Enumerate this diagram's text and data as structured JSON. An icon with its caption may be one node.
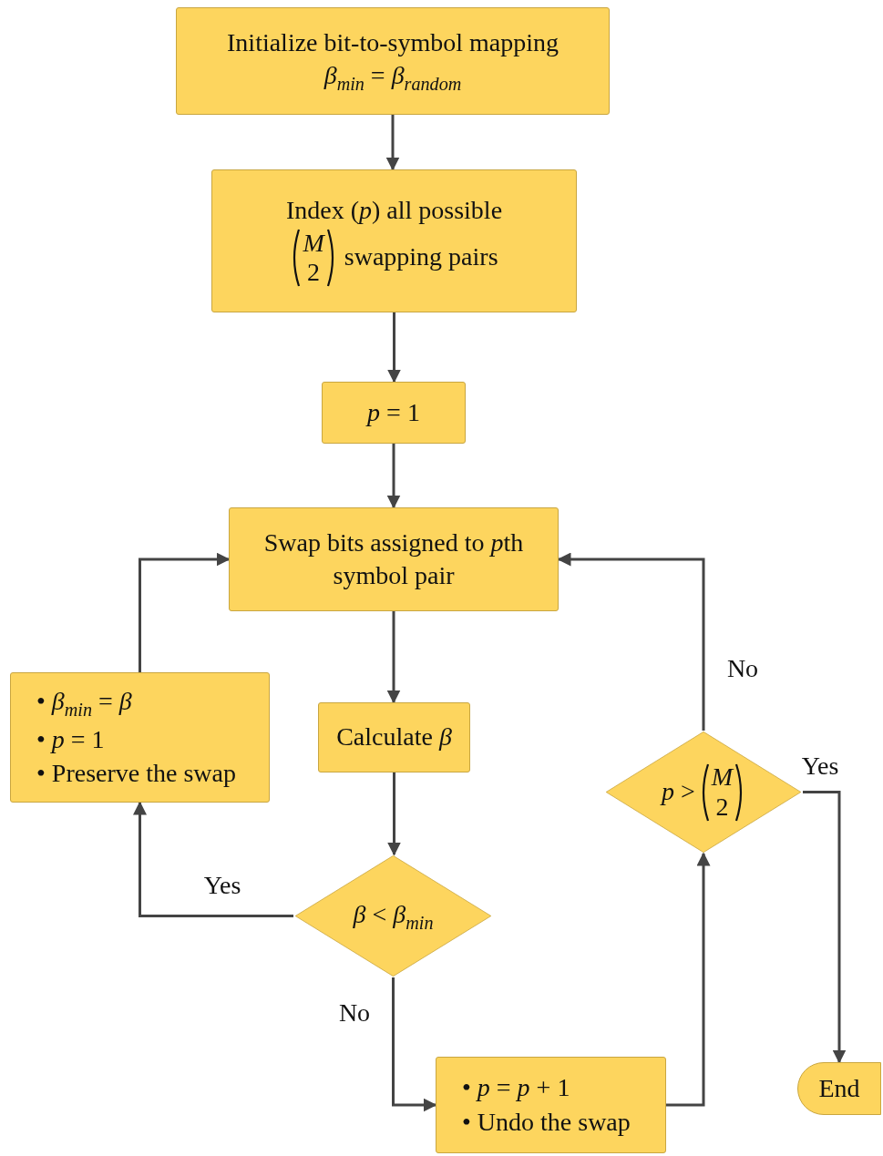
{
  "diagram": {
    "nodes": [
      {
        "text": [
          "Initialize bit-to-symbol mapping",
          "*β*$_{min}$ = *β*$_{random}$"
        ]
      },
      {
        "text": [
          "Index (*p*) all possible",
          "*M*",
          "2",
          "swapping pairs"
        ]
      },
      {
        "text": [
          "*p* = 1"
        ]
      },
      {
        "text": [
          "Swap bits assigned to *p*",
          "th symbol pair"
        ]
      },
      {
        "text": [
          "• *β*$_{min}$ = *β*",
          "• *p* = 1",
          "• Preserve the swap"
        ]
      },
      {
        "text": [
          "Calculate *β*"
        ]
      },
      {
        "text": [
          "*p* >",
          "*M*",
          "2"
        ]
      },
      {
        "text": [
          "*β* < *β*$_{min}$"
        ]
      },
      {
        "text": [
          "• *p* = *p* + 1",
          "• Undo the swap"
        ]
      },
      {
        "text": [
          "End"
        ]
      }
    ],
    "edges": [
      {
        "from": 0,
        "to": 1,
        "arrow": "to"
      },
      {
        "from": 1,
        "to": 2,
        "arrow": "to"
      },
      {
        "from": 2,
        "to": 3,
        "arrow": "to"
      },
      {
        "from": 3,
        "to": 5,
        "arrow": "to"
      },
      {
        "from": 5,
        "to": 7,
        "arrow": "to"
      },
      {
        "from": 7,
        "to": 4,
        "arrow": "to",
        "label": "Yes"
      },
      {
        "from": 4,
        "to": 3,
        "arrow": "to"
      },
      {
        "from": 7,
        "to": 8,
        "arrow": "to",
        "label": "No"
      },
      {
        "from": 8,
        "to": 6,
        "arrow": "to"
      },
      {
        "from": 6,
        "to": 3,
        "arrow": "to",
        "label": "No"
      },
      {
        "from": 6,
        "to": 9,
        "arrow": "to",
        "label": "Yes"
      }
    ]
  }
}
